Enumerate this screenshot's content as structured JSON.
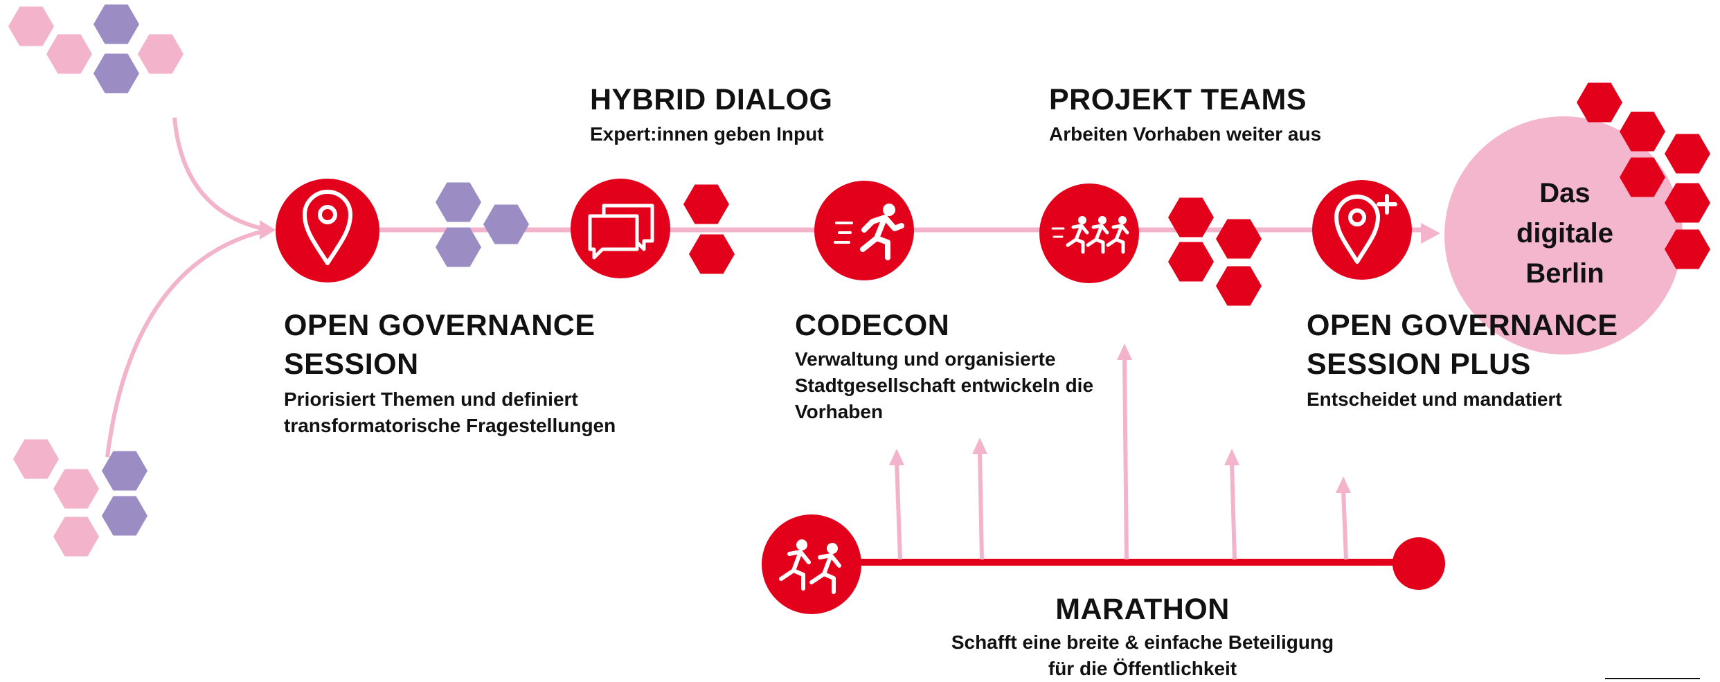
{
  "colors": {
    "red": "#e3001b",
    "pink": "#f2b3cb",
    "light_pink_circle": "#f3b6cd",
    "purple": "#9b8dc4",
    "white": "#ffffff",
    "text": "#111111"
  },
  "stages": {
    "ogs": {
      "icon": "map-pin-icon",
      "title_line1": "OPEN GOVERNANCE",
      "title_line2": "SESSION",
      "desc_line1": "Priorisiert Themen und definiert",
      "desc_line2": "transformatorische Fragestellungen"
    },
    "hybrid": {
      "icon": "chat-bubbles-icon",
      "title": "HYBRID DIALOG",
      "desc": "Expert:innen geben Input"
    },
    "codecon": {
      "icon": "running-person-icon",
      "title": "CODECON",
      "desc_line1": "Verwaltung und organisierte",
      "desc_line2": "Stadtgesellschaft entwickeln die",
      "desc_line3": "Vorhaben"
    },
    "teams": {
      "icon": "running-group-icon",
      "title": "PROJEKT TEAMS",
      "desc": "Arbeiten Vorhaben weiter aus"
    },
    "ogs_plus": {
      "icon": "map-pin-plus-icon",
      "title_line1": "OPEN GOVERNANCE",
      "title_line2": "SESSION PLUS",
      "desc": "Entscheidet und mandatiert"
    },
    "marathon": {
      "icon": "two-runners-icon",
      "title": "MARATHON",
      "desc_line1": "Schafft eine breite & einfache Beteiligung",
      "desc_line2": "für die Öffentlichkeit"
    }
  },
  "goal": {
    "line1": "Das",
    "line2": "digitale",
    "line3": "Berlin"
  }
}
